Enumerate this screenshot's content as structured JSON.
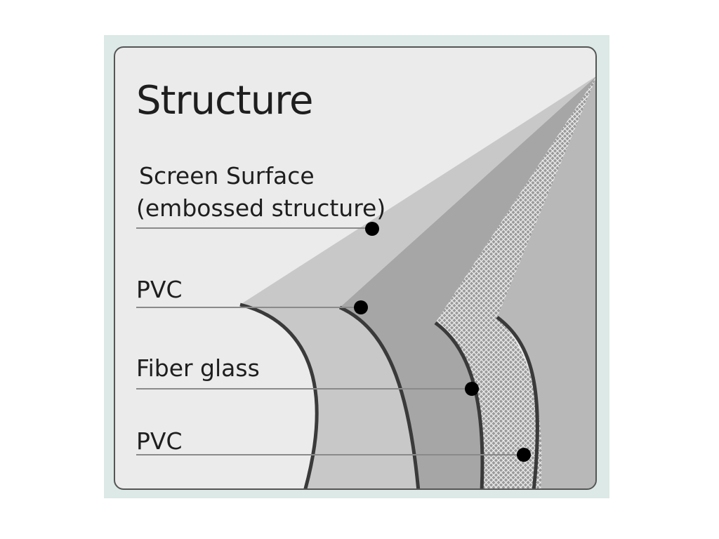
{
  "title": "Structure",
  "layers": [
    {
      "label_line1": "Screen Surface",
      "label_line2": "(embossed structure)"
    },
    {
      "label": "PVC"
    },
    {
      "label": "Fiber glass"
    },
    {
      "label": "PVC"
    }
  ],
  "colors": {
    "frame": "#dce9e6",
    "panel": "#ebebeb",
    "surface_layer": "#c4c4c4",
    "pvc_top_layer": "#a9a9a9",
    "fiberglass_layer": "#8e8e8e",
    "pvc_bottom_layer": "#b5b5b5",
    "back_layer": "#7a7a7a",
    "marker": "#000000",
    "leader_line": "#8a8a8a"
  }
}
